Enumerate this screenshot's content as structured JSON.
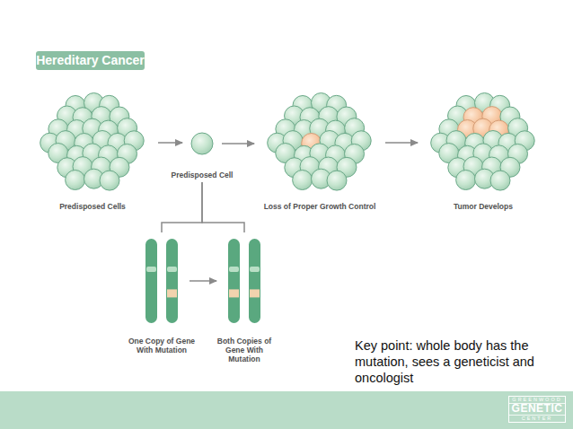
{
  "diagram": {
    "title": "Hereditary Cancer",
    "nodes": [
      {
        "text": [
          "Predisposed Cells"
        ]
      },
      {
        "text": [
          "Predisposed Cell"
        ]
      },
      {
        "text": [
          "Loss of Proper Growth Control"
        ]
      },
      {
        "text": [
          "Tumor Develops"
        ]
      },
      {
        "text": [
          "One Copy of Gene With Mutation"
        ]
      },
      {
        "text": [
          "Both Copies of Gene With Mutation"
        ]
      }
    ],
    "edges": [
      {
        "from": 0,
        "to": 1,
        "arrow": "to"
      },
      {
        "from": 1,
        "to": 2,
        "arrow": "to"
      },
      {
        "from": 2,
        "to": 3,
        "arrow": "to"
      },
      {
        "from": 1,
        "to": 4,
        "arrow": "none"
      },
      {
        "from": 1,
        "to": 5,
        "arrow": "none"
      },
      {
        "from": 4,
        "to": 5,
        "arrow": "to"
      }
    ],
    "labels": [
      "Key point: whole body has the mutation, sees a geneticist and oncologist",
      "GREENWOOD",
      "GENETIC",
      "CENTER"
    ]
  }
}
